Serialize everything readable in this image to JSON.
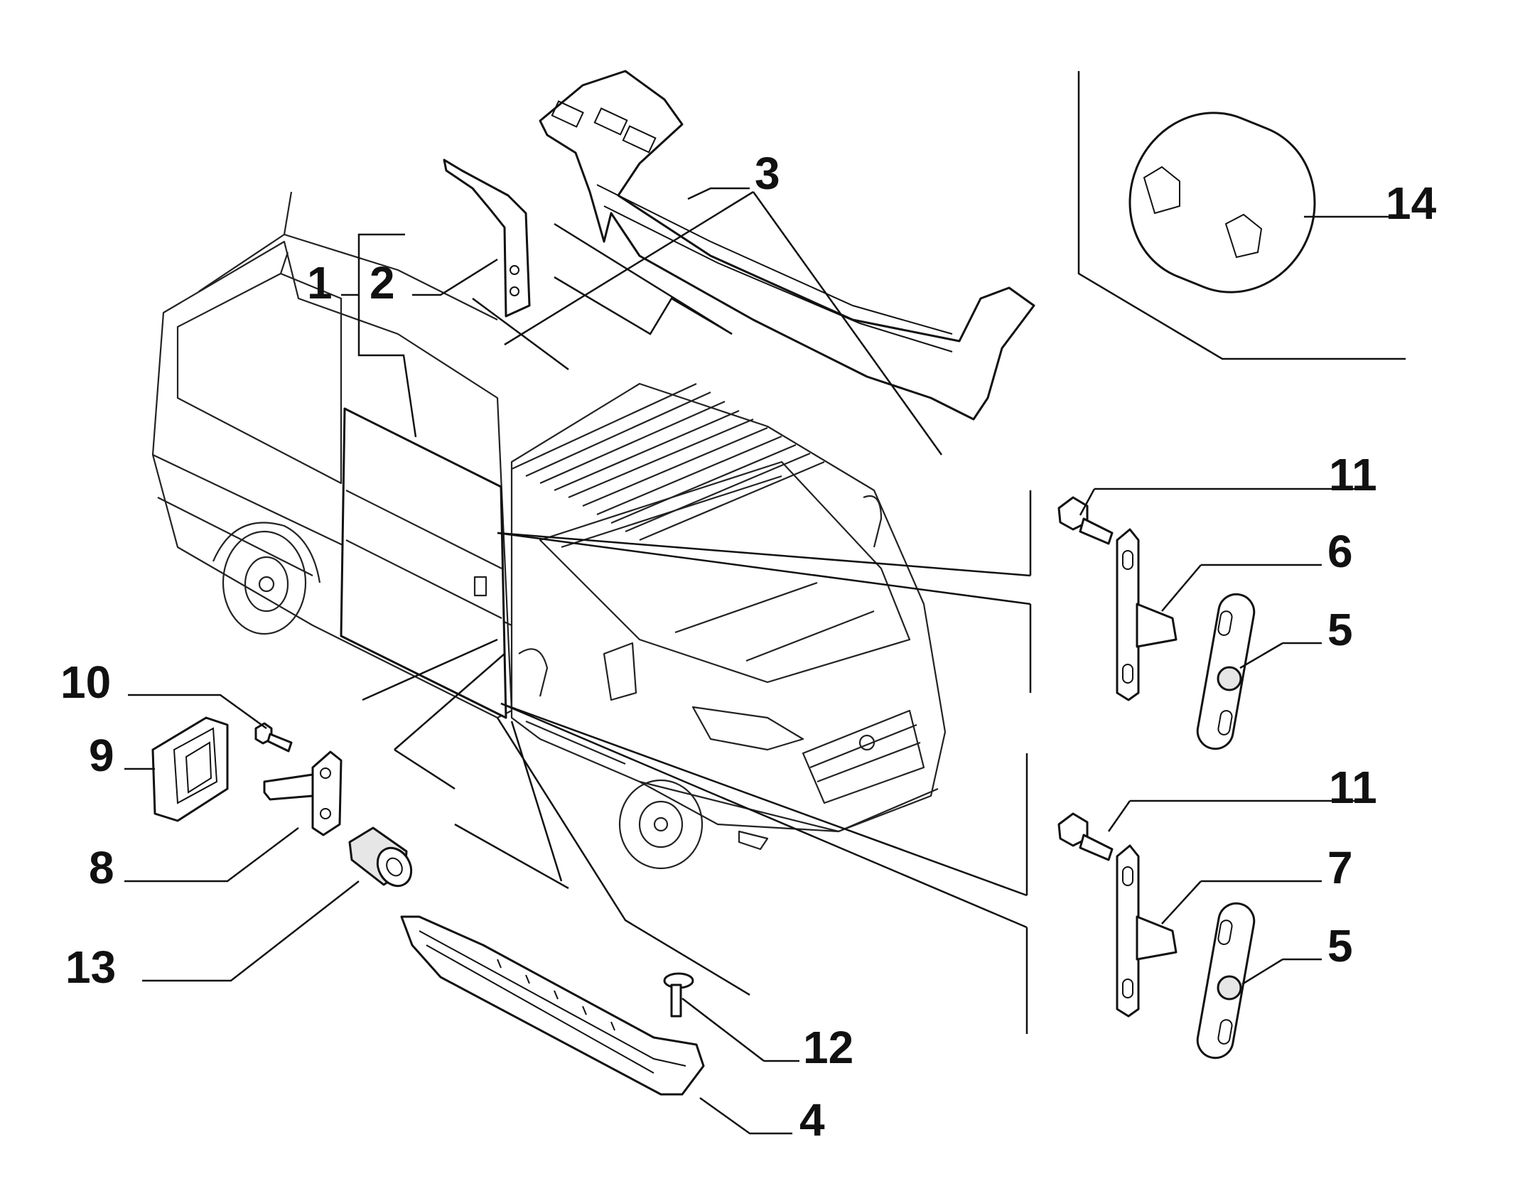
{
  "callouts": [
    {
      "id": "1",
      "label": "1"
    },
    {
      "id": "2",
      "label": "2"
    },
    {
      "id": "3",
      "label": "3"
    },
    {
      "id": "4",
      "label": "4"
    },
    {
      "id": "5a",
      "label": "5"
    },
    {
      "id": "5b",
      "label": "5"
    },
    {
      "id": "6",
      "label": "6"
    },
    {
      "id": "7",
      "label": "7"
    },
    {
      "id": "8",
      "label": "8"
    },
    {
      "id": "9",
      "label": "9"
    },
    {
      "id": "10",
      "label": "10"
    },
    {
      "id": "11a",
      "label": "11"
    },
    {
      "id": "11b",
      "label": "11"
    },
    {
      "id": "12",
      "label": "12"
    },
    {
      "id": "13",
      "label": "13"
    },
    {
      "id": "14",
      "label": "14"
    }
  ],
  "colors": {
    "line": "#111111",
    "part_fill": "#ffffff",
    "shade": "#e6e6e6",
    "background": "#ffffff"
  }
}
